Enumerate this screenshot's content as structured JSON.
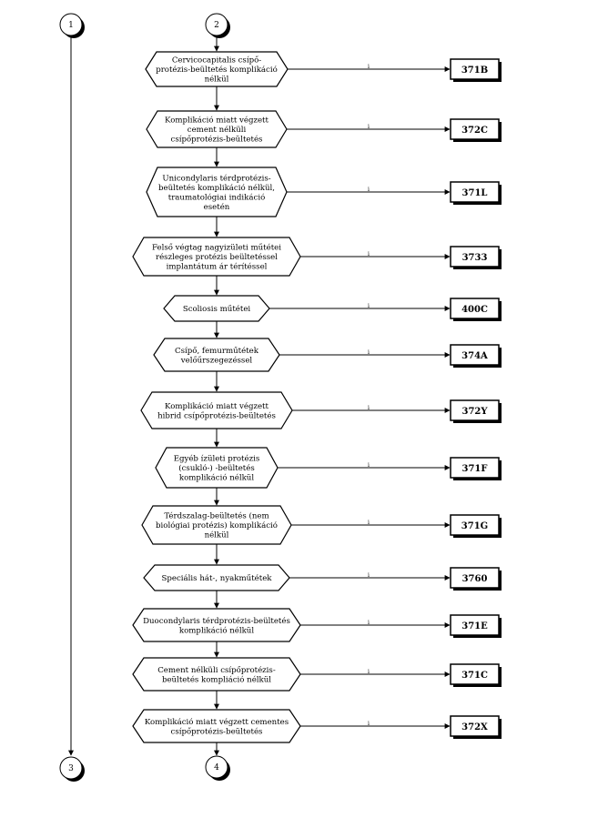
{
  "connectors": {
    "top_left": "1",
    "top_mid": "2",
    "bottom_left": "3",
    "bottom_mid": "4"
  },
  "yes_label": "i",
  "decisions": [
    {
      "lines": [
        "Cervicocapitalis  csípő-",
        "protézis-beültetés komplikáció",
        "nélkül"
      ],
      "code": "371B"
    },
    {
      "lines": [
        "Komplikáció miatt végzett",
        "cement nélküli",
        "csípőprotézis-beültetés"
      ],
      "code": "372C"
    },
    {
      "lines": [
        "Unicondylaris térdprotézis-",
        "beültetés komplikáció nélkül,",
        "traumatológiai indikáció",
        "esetén"
      ],
      "code": "371L"
    },
    {
      "lines": [
        "Felső végtag nagyizületi műtétei",
        "részleges protézis beültetéssel",
        "implantátum ár térítéssel"
      ],
      "code": "3733"
    },
    {
      "lines": [
        "Scoliosis műtétei"
      ],
      "code": "400C"
    },
    {
      "lines": [
        "Csípő, femurműtétek",
        "velőűrszegezéssel"
      ],
      "code": "374A"
    },
    {
      "lines": [
        "Komplikáció miatt végzett",
        "hibrid csípőprotézis-beültetés"
      ],
      "code": "372Y"
    },
    {
      "lines": [
        "Egyéb ízületi protézis",
        "(csukló-) -beültetés",
        "komplikáció nélkül"
      ],
      "code": "371F"
    },
    {
      "lines": [
        "Térdszalag-beültetés (nem",
        "biológiai protézis) komplikáció",
        "nélkül"
      ],
      "code": "371G"
    },
    {
      "lines": [
        "Speciális hát-, nyakműtétek"
      ],
      "code": "3760"
    },
    {
      "lines": [
        "Duocondylaris térdprotézis-beültetés",
        "komplikáció nélkül"
      ],
      "code": "371E"
    },
    {
      "lines": [
        "Cement nélküli csípőprotézis-",
        "beültetés kompliáció nélkül"
      ],
      "code": "371C"
    },
    {
      "lines": [
        "Komplikáció miatt végzett cementes",
        "csípőprotézis-beültetés"
      ],
      "code": "372X"
    }
  ]
}
